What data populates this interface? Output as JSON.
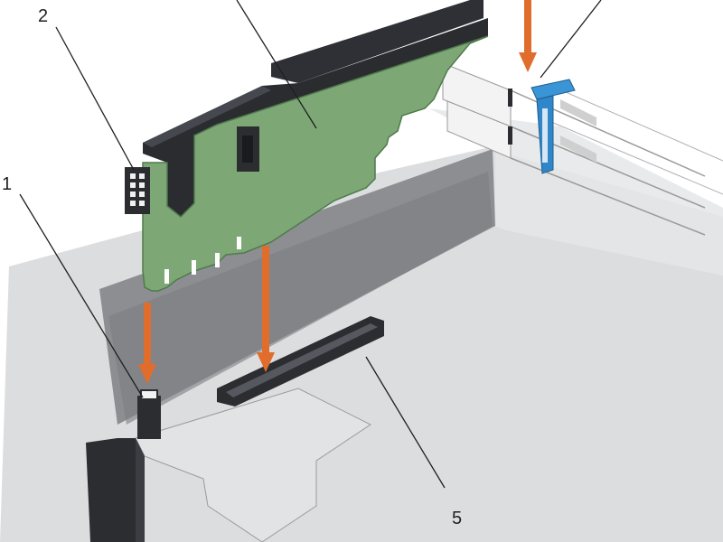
{
  "callouts": {
    "c1": "1",
    "c2": "2",
    "c5": "5"
  },
  "colors": {
    "board": "#7fa877",
    "board_edge": "#4f7a4c",
    "bracket": "#2b2d31",
    "arrow": "#e06d2c",
    "latch": "#2f86c8",
    "tray": "#d7d8da",
    "wall": "#8f9194"
  }
}
